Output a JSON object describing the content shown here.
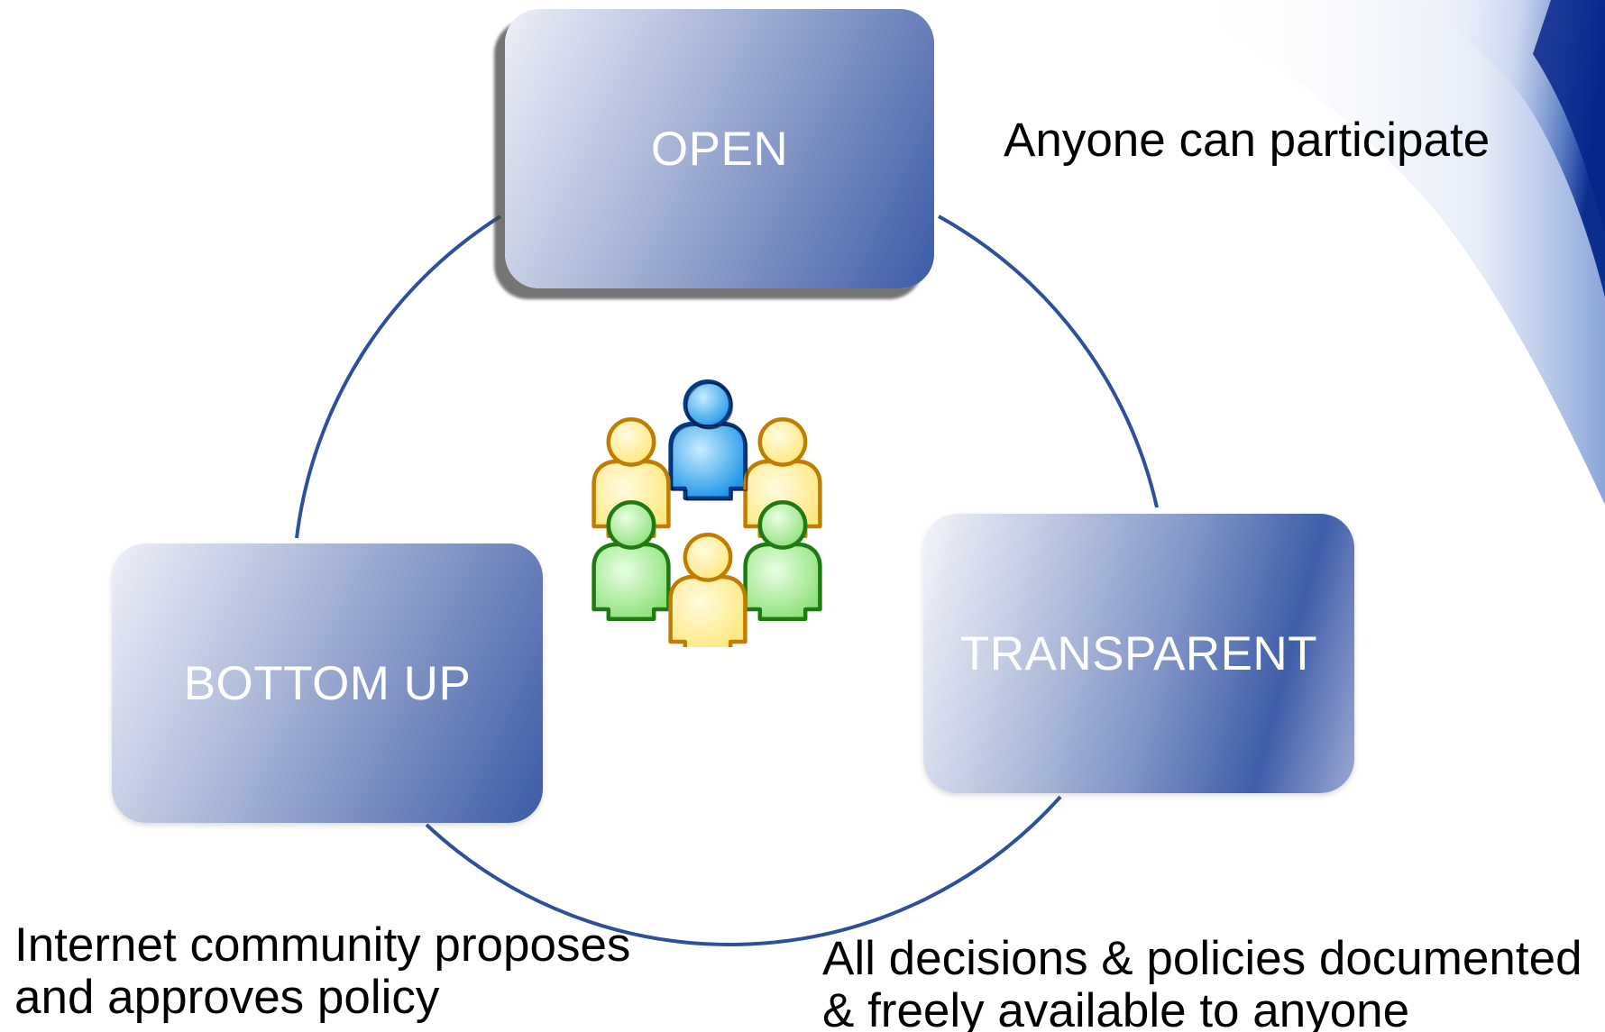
{
  "diagram": {
    "nodes": [
      {
        "id": "open",
        "label": "OPEN",
        "description": "Anyone can participate"
      },
      {
        "id": "transparent",
        "label": "TRANSPARENT",
        "description_lines": [
          "All decisions & policies documented",
          "& freely available to anyone"
        ]
      },
      {
        "id": "bottom_up",
        "label": "BOTTOM UP",
        "description_lines": [
          "Internet community proposes",
          "and approves policy"
        ]
      }
    ],
    "center_icon": "people-circle-icon",
    "cycle_color": "#2e4f9c",
    "box_accent_color": "#3b5ba8"
  }
}
